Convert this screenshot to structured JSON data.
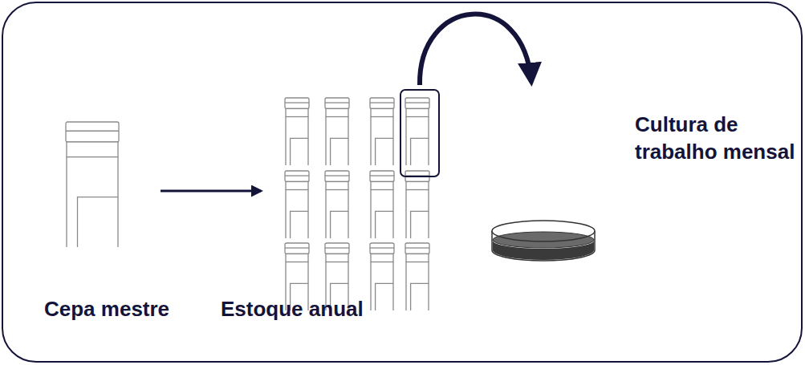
{
  "diagram": {
    "nodes": [
      {
        "text": [
          "Cepa mestre"
        ]
      },
      {
        "text": [
          "Estoque anual"
        ]
      },
      {
        "text": [
          "Cultura de trabalho mensal"
        ]
      }
    ],
    "edges": [
      {
        "from": 0,
        "to": 1,
        "arrow": "to"
      },
      {
        "from": 1,
        "to": 2,
        "arrow": "to"
      }
    ]
  }
}
